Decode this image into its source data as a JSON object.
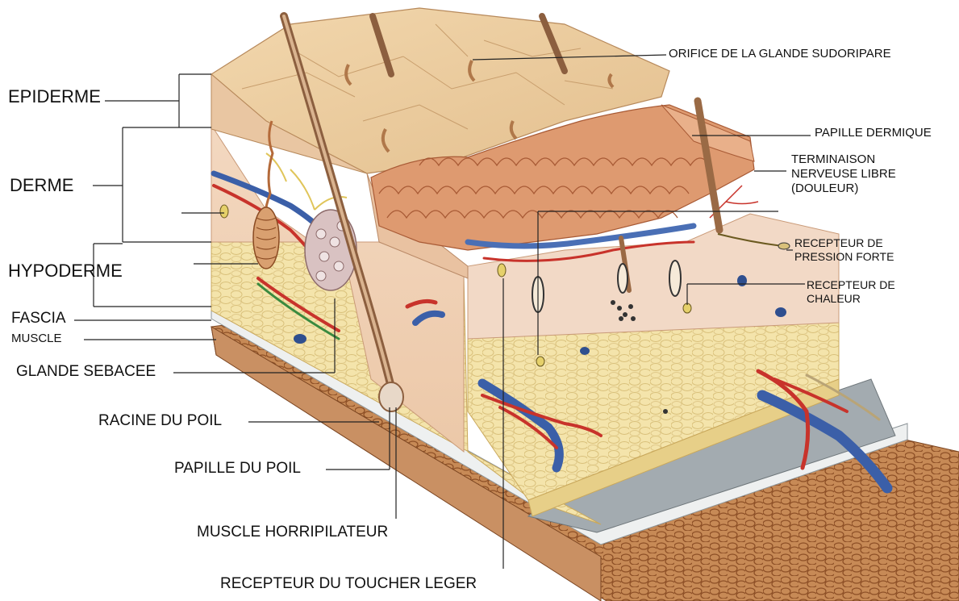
{
  "labels": {
    "epiderme": "EPIDERME",
    "derme": "DERME",
    "hypoderme": "HYPODERME",
    "fascia": "FASCIA",
    "muscle": "MUSCLE",
    "glande_sebacee": "GLANDE SEBACEE",
    "racine_du_poil": "RACINE DU POIL",
    "papille_du_poil": "PAPILLE DU POIL",
    "muscle_horripilateur": "MUSCLE HORRIPILATEUR",
    "recepteur_toucher_leger": "RECEPTEUR DU TOUCHER LEGER",
    "orifice_glande_sudoripare": "ORIFICE DE LA GLANDE SUDORIPARE",
    "papille_dermique": "PAPILLE DERMIQUE",
    "terminaison_nerveuse_libre": "TERMINAISON\nNERVEUSE LIBRE\n(DOULEUR)",
    "recepteur_pression_forte": "RECEPTEUR DE\nPRESSION FORTE",
    "recepteur_chaleur": "RECEPTEUR DE\nCHALEUR"
  },
  "colors": {
    "epidermis": "#e8c79a",
    "dermis": "#f0cfb0",
    "papillae": "#d98b5f",
    "hypodermis_fat": "#f3e3a6",
    "muscle": "#c98a4e",
    "fascia": "#a9afb3",
    "artery": "#c8332b",
    "vein": "#3b5fa8",
    "nerve": "#e6d45a",
    "hair": "#9a6a45"
  }
}
